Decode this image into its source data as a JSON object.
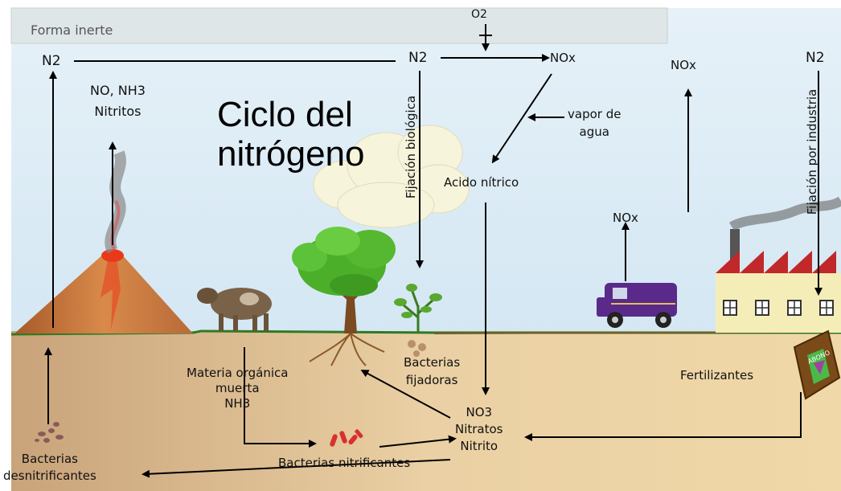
{
  "title": [
    "Ciclo del",
    "nitrógeno"
  ],
  "top_band": "Forma inerte",
  "labels": {
    "o2": "O2",
    "n2_left": "N2",
    "n2_center": "N2",
    "n2_right": "N2",
    "nox_top": "NOx",
    "nox_right": "NOx",
    "nox_truck": "NOx",
    "volcano_gases": [
      "NO, NH3",
      "Nitritos"
    ],
    "vapor": [
      "vapor de",
      "agua"
    ],
    "acido": "Acido nítrico",
    "fijacion_biologica": "Fijación biológica",
    "fijacion_industria": "Fijación por industria",
    "bacterias_fijadoras": [
      "Bacterias",
      "fijadoras"
    ],
    "materia": [
      "Materia orgánica",
      "muerta",
      "NH3"
    ],
    "nitratos": [
      "NO3",
      "Nitratos",
      "Nitrito"
    ],
    "fertilizantes": "Fertilizantes",
    "bacterias_nitrificantes": "Bacterias nitrificantes",
    "bacterias_desnitrificantes": [
      "Bacterias",
      "desnitrificantes"
    ],
    "bag_text": "ABONO"
  },
  "colors": {
    "sky": "#dcecf5",
    "ground": "#e2c79b",
    "grass": "#3a8a2a",
    "volcano": "#c8743a",
    "truck": "#5a2a8a",
    "factory_roof": "#c0282a",
    "factory_wall": "#f5edb8",
    "tree": "#4caf2a"
  }
}
